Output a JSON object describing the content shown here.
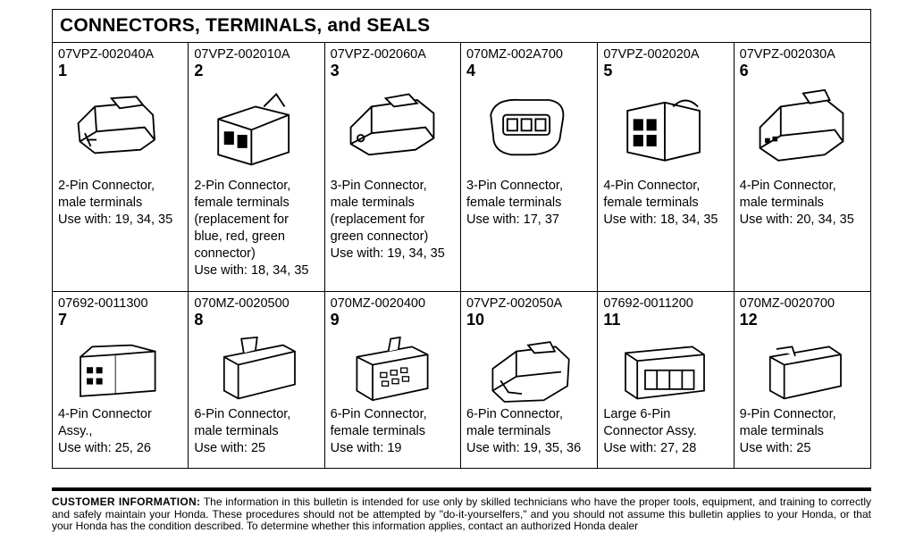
{
  "header": {
    "title": "CONNECTORS, TERMINALS, and SEALS"
  },
  "items": [
    {
      "part": "07VPZ-002040A",
      "num": "1",
      "lines": [
        "2-Pin Connector,",
        "male terminals",
        "Use with: 19, 34, 35"
      ]
    },
    {
      "part": "07VPZ-002010A",
      "num": "2",
      "lines": [
        "2-Pin Connector,",
        "female terminals",
        "(replacement for",
        "blue, red, green",
        "connector)",
        "Use with: 18, 34, 35"
      ]
    },
    {
      "part": "07VPZ-002060A",
      "num": "3",
      "lines": [
        "3-Pin Connector,",
        "male terminals",
        "(replacement for",
        "green connector)",
        "Use with: 19, 34, 35"
      ]
    },
    {
      "part": "070MZ-002A700",
      "num": "4",
      "lines": [
        "3-Pin Connector,",
        "female terminals",
        "Use with: 17, 37"
      ]
    },
    {
      "part": "07VPZ-002020A",
      "num": "5",
      "lines": [
        "4-Pin Connector,",
        "female terminals",
        "Use with: 18, 34, 35"
      ]
    },
    {
      "part": "07VPZ-002030A",
      "num": "6",
      "lines": [
        "4-Pin Connector,",
        "male terminals",
        "Use with: 20, 34, 35"
      ]
    },
    {
      "part": "07692-0011300",
      "num": "7",
      "lines": [
        "4-Pin Connector",
        "Assy.,",
        "Use with: 25, 26"
      ]
    },
    {
      "part": "070MZ-0020500",
      "num": "8",
      "lines": [
        "6-Pin Connector,",
        "male terminals",
        "Use with: 25"
      ]
    },
    {
      "part": "070MZ-0020400",
      "num": "9",
      "lines": [
        "6-Pin Connector,",
        "female terminals",
        "Use with: 19"
      ]
    },
    {
      "part": "07VPZ-002050A",
      "num": "10",
      "lines": [
        "6-Pin Connector,",
        "male terminals",
        "Use with: 19, 35, 36"
      ]
    },
    {
      "part": "07692-0011200",
      "num": "11",
      "lines": [
        "Large 6-Pin",
        "Connector Assy.",
        "Use with: 27, 28"
      ]
    },
    {
      "part": "070MZ-0020700",
      "num": "12",
      "lines": [
        "9-Pin Connector,",
        "male terminals",
        "Use with: 25"
      ]
    }
  ],
  "notice": {
    "label": "CUSTOMER INFORMATION:",
    "text": "The information in this bulletin is intended for use only by skilled technicians who have the proper tools, equipment, and training to correctly and safely maintain your Honda. These procedures should not be attempted by \"do-it-yourselfers,\" and you should not assume this bulletin applies to your Honda, or that your Honda has the condition described. To determine whether this information applies, contact an authorized Honda dealer"
  }
}
